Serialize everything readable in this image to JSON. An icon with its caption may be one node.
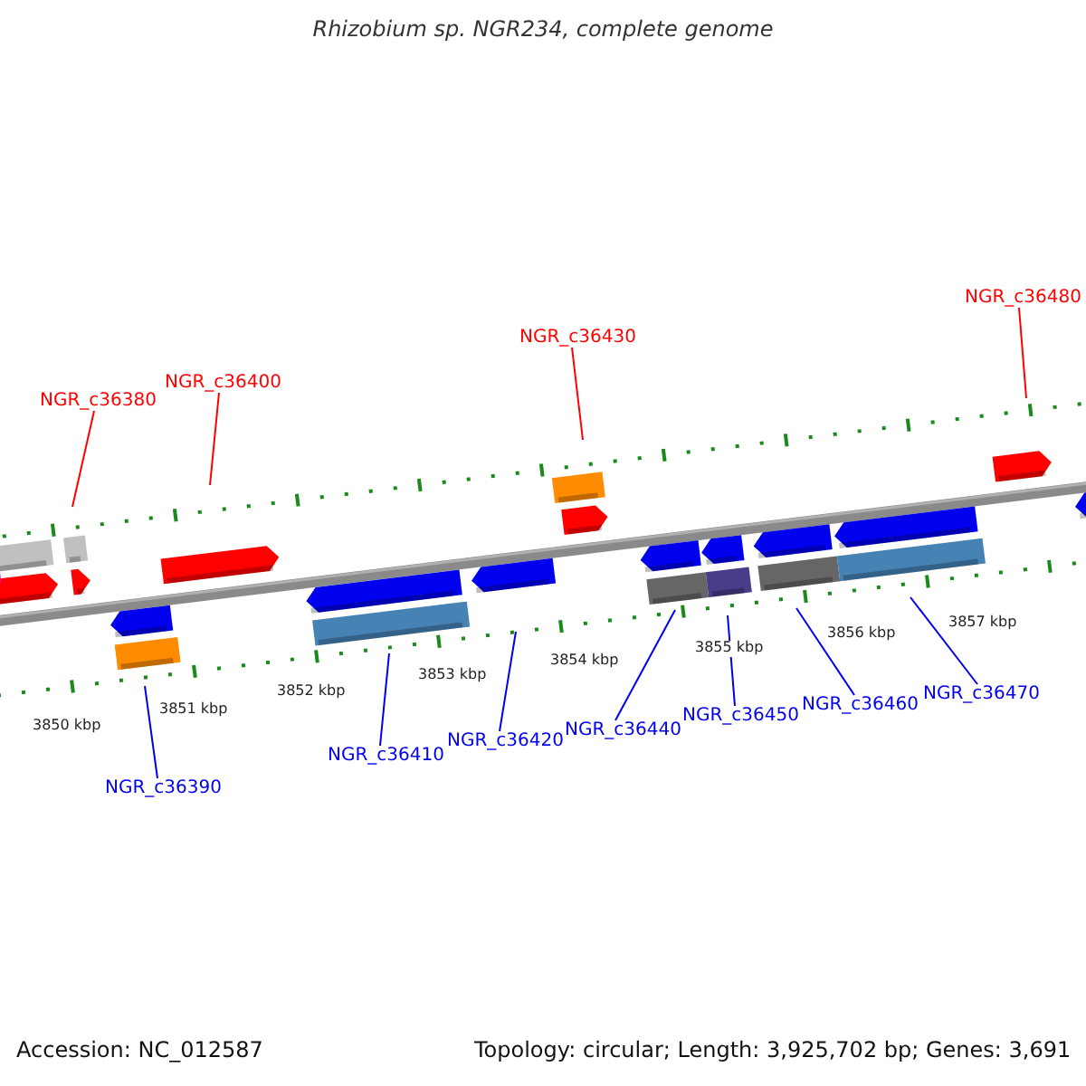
{
  "diagram": {
    "title": "Rhizobium sp. NGR234, complete genome",
    "nodes": [
      {
        "text": [
          "NGR_c36380"
        ]
      },
      {
        "text": [
          "NGR_c36390"
        ]
      },
      {
        "text": [
          "NGR_c36400"
        ]
      },
      {
        "text": [
          "NGR_c36410"
        ]
      },
      {
        "text": [
          "NGR_c36420"
        ]
      },
      {
        "text": [
          "NGR_c36430"
        ]
      },
      {
        "text": [
          "NGR_c36440"
        ]
      },
      {
        "text": [
          "NGR_c36450"
        ]
      },
      {
        "text": [
          "NGR_c36460"
        ]
      },
      {
        "text": [
          "NGR_c36470"
        ]
      },
      {
        "text": [
          "NGR_c36480"
        ]
      }
    ],
    "edges": [
      {
        "from": 0,
        "to": null,
        "arrow": "none",
        "color": "#ff0000"
      },
      {
        "from": 1,
        "to": null,
        "arrow": "none"
      },
      {
        "from": 2,
        "to": null,
        "arrow": "none",
        "color": "#ff0000"
      },
      {
        "from": 3,
        "to": null,
        "arrow": "none"
      },
      {
        "from": 4,
        "to": null,
        "arrow": "none"
      },
      {
        "from": 5,
        "to": null,
        "arrow": "none",
        "color": "#ff0000"
      },
      {
        "from": 6,
        "to": null,
        "arrow": "none"
      },
      {
        "from": 7,
        "to": null,
        "arrow": "none"
      },
      {
        "from": 8,
        "to": null,
        "arrow": "none"
      },
      {
        "from": 9,
        "to": null,
        "arrow": "none"
      },
      {
        "from": 10,
        "to": null,
        "arrow": "none",
        "color": "#ff0000"
      }
    ],
    "labels": [
      "3850 kbp",
      "3851 kbp",
      "3852 kbp",
      "3853 kbp",
      "3854 kbp",
      "3855 kbp",
      "3856 kbp",
      "3857 kbp",
      "Accession: NC_012587",
      "Topology: circular; Length: 3,925,702 bp; Genes: 3,691"
    ]
  }
}
